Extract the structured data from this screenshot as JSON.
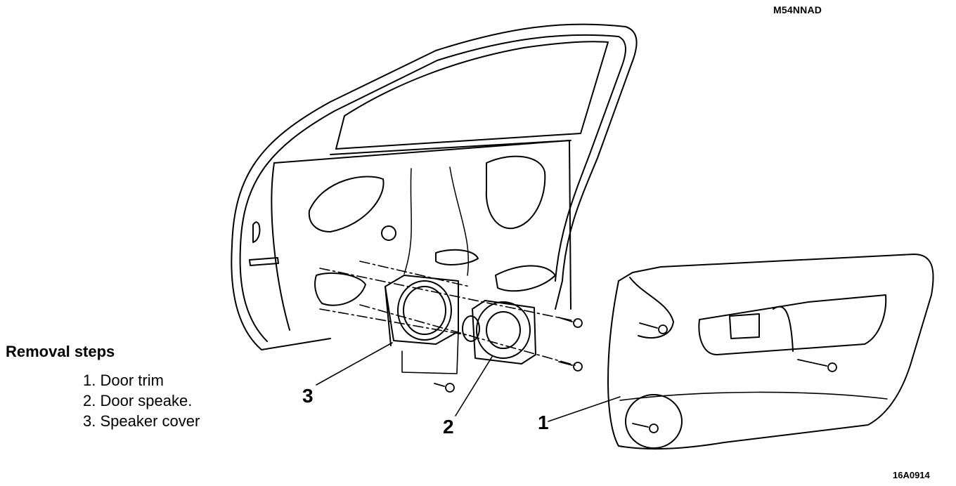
{
  "header": {
    "figure_code": "M54NNAD"
  },
  "footer": {
    "image_code": "16A0914"
  },
  "removal": {
    "title": "Removal steps",
    "steps": [
      {
        "label": "1. Door trim"
      },
      {
        "label": "2. Door speake."
      },
      {
        "label": "3. Speaker cover"
      }
    ]
  },
  "callouts": [
    {
      "number": "1",
      "part": "door-trim"
    },
    {
      "number": "2",
      "part": "door-speaker"
    },
    {
      "number": "3",
      "part": "speaker-cover"
    }
  ],
  "colors": {
    "ink": "#000000",
    "paper": "#ffffff"
  }
}
